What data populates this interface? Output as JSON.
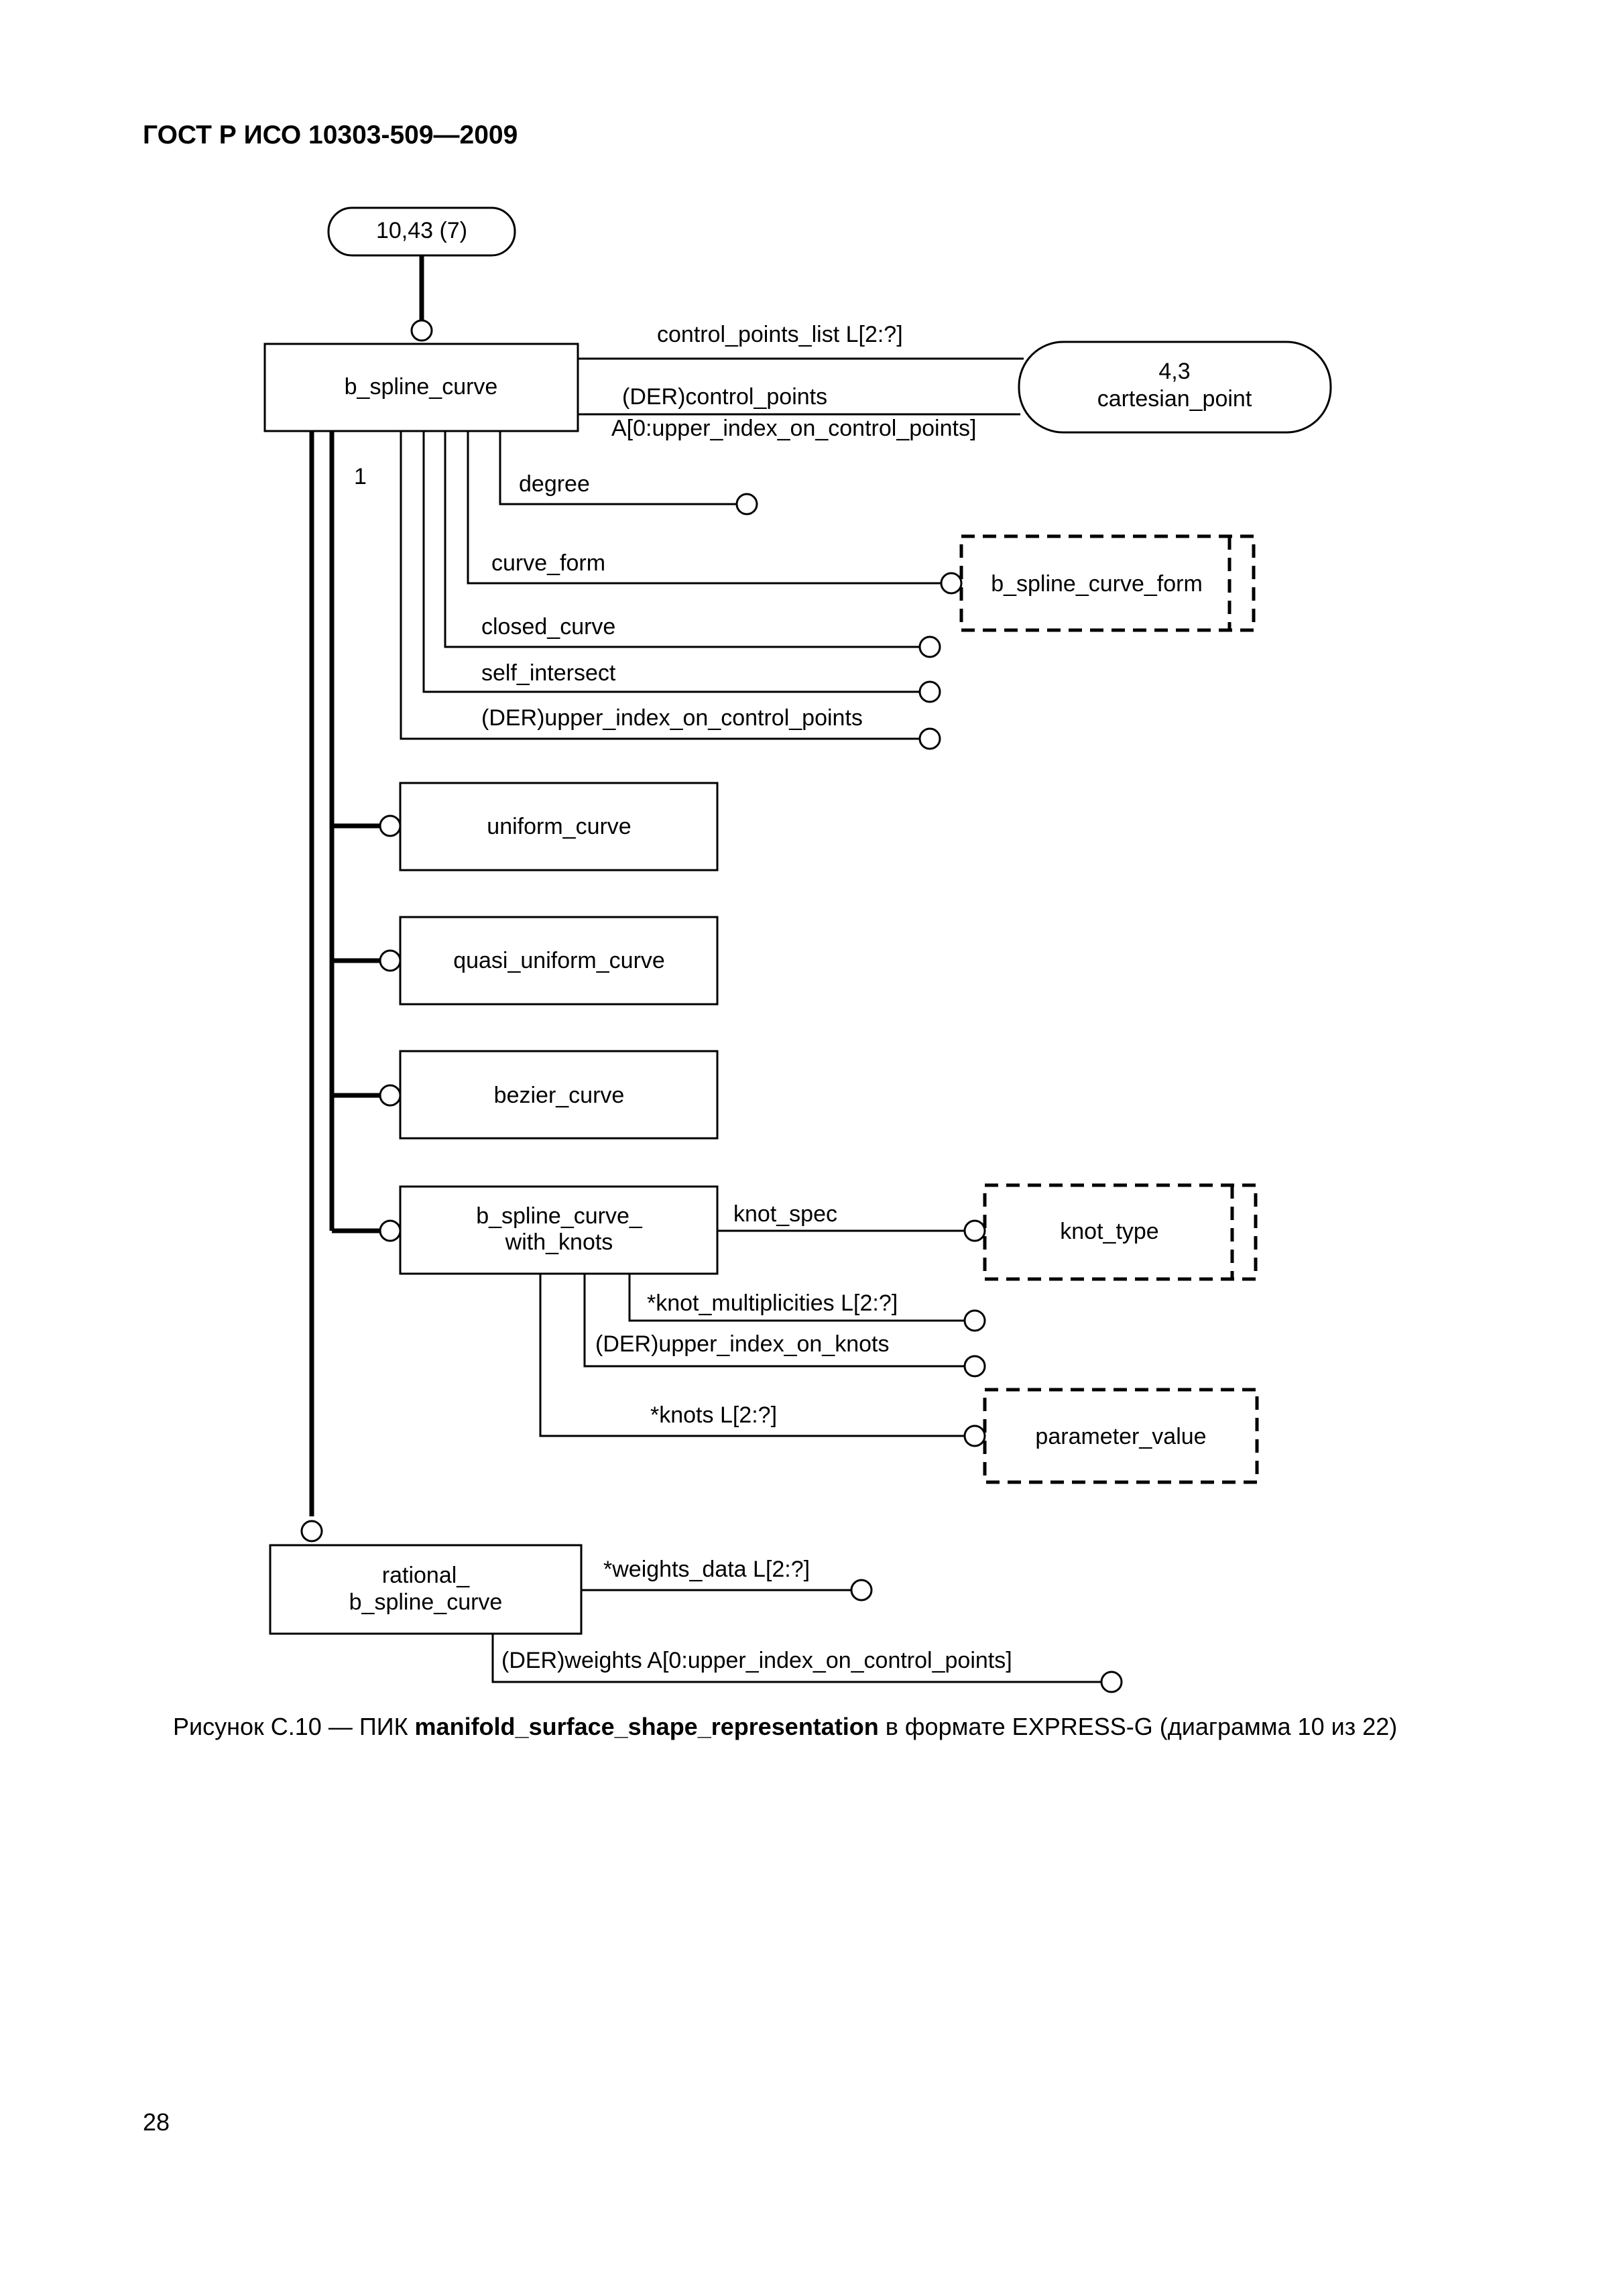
{
  "header": {
    "standard": "ГОСТ Р ИСО 10303-509—2009"
  },
  "page": {
    "number": "28"
  },
  "caption": {
    "prefix": "Рисунок С.10 — ПИК ",
    "bold_name": "manifold_surface_shape_representation",
    "suffix": " в формате EXPRESS-G (диаграмма 10 из 22)"
  },
  "diagram": {
    "page_ref": "10,43 (7)",
    "external_ref": {
      "line1": "4,3",
      "line2": "cartesian_point"
    },
    "entities": {
      "b_spline_curve": "b_spline_curve",
      "uniform_curve": "uniform_curve",
      "quasi_uniform_curve": "quasi_uniform_curve",
      "bezier_curve": "bezier_curve",
      "b_spline_curve_with_knots": {
        "line1": "b_spline_curve_",
        "line2": "with_knots"
      },
      "rational_b_spline_curve": {
        "line1": "rational_",
        "line2": "b_spline_curve"
      }
    },
    "types": {
      "b_spline_curve_form": "b_spline_curve_form",
      "knot_type": "knot_type",
      "parameter_value": "parameter_value"
    },
    "supertype_marker": "1",
    "attributes": {
      "control_points_list": "control_points_list L[2:?]",
      "control_points": "(DER)control_points",
      "control_points_aggregate": "A[0:upper_index_on_control_points]",
      "degree": "degree",
      "curve_form": "curve_form",
      "closed_curve": "closed_curve",
      "self_intersect": "self_intersect",
      "upper_index_on_control_points": "(DER)upper_index_on_control_points",
      "knot_spec": "knot_spec",
      "knot_multiplicities": "*knot_multiplicities L[2:?]",
      "upper_index_on_knots": "(DER)upper_index_on_knots",
      "knots": "*knots L[2:?]",
      "weights_data": "*weights_data L[2:?]",
      "weights": "(DER)weights A[0:upper_index_on_control_points]"
    }
  }
}
